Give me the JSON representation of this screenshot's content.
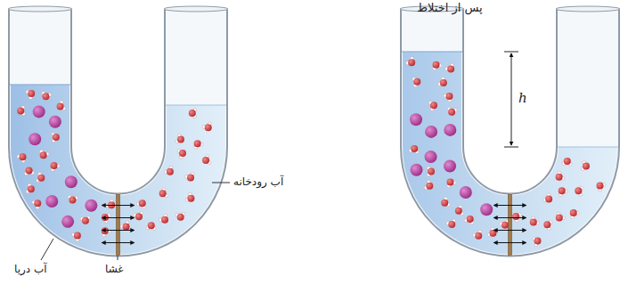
{
  "diagram": {
    "labels": [
      "پس از اختلاط",
      "h",
      "آب رودخانه",
      "آب دریا",
      "غشا"
    ]
  }
}
